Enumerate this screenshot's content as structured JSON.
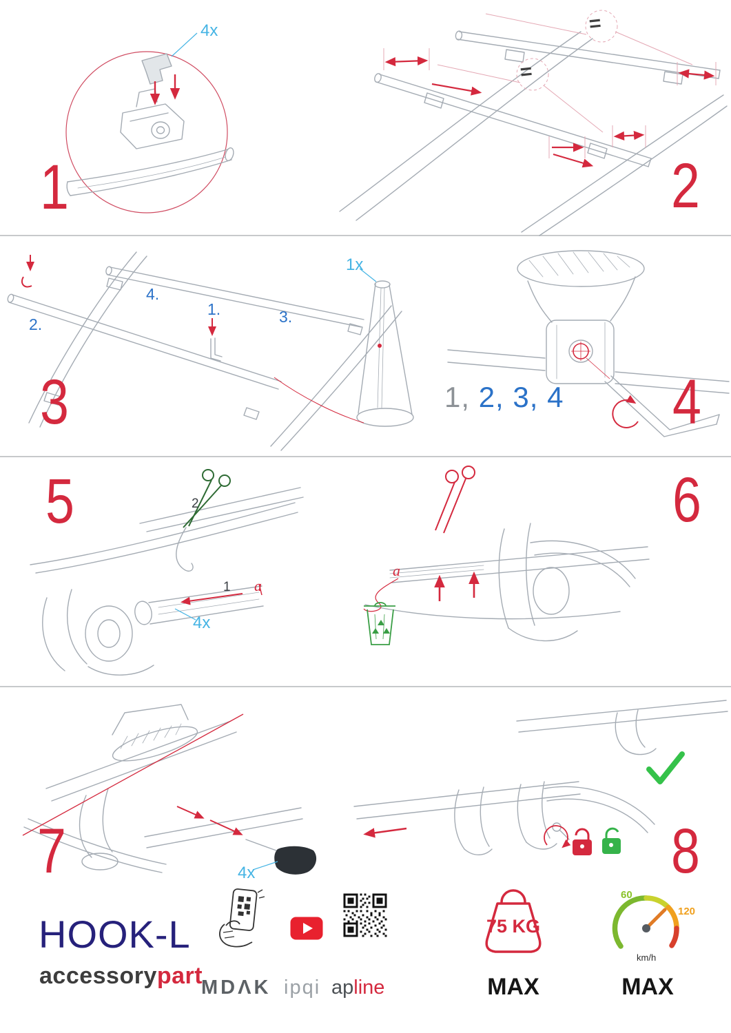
{
  "steps": {
    "s1": {
      "number": "1",
      "qty": "4x"
    },
    "s2": {
      "number": "2",
      "eq_top": "=",
      "eq_mid": "="
    },
    "s3": {
      "number": "3",
      "qty": "1x",
      "sub1": "1.",
      "sub2": "2.",
      "sub3": "3.",
      "sub4": "4."
    },
    "s4": {
      "number": "4",
      "seq_first": "1,",
      "seq_rest": "2, 3, 4"
    },
    "s5": {
      "number": "5",
      "qty": "4x",
      "cut_label": "2",
      "insert_label": "1",
      "edge_label": "a"
    },
    "s6": {
      "number": "6",
      "edge_label": "a"
    },
    "s7": {
      "number": "7",
      "qty": "4x"
    },
    "s8": {
      "number": "8"
    }
  },
  "footer": {
    "product": "HOOK-L",
    "brand_dark": "accessory",
    "brand_accent": "part",
    "partner_mdak": "MDΛK",
    "partner_ipqi": "ipqi",
    "partner_apline_dark": "ap",
    "partner_apline_accent": "line",
    "weight_value": "75 KG",
    "weight_max": "MAX",
    "speed_min": "60",
    "speed_max_value": "120",
    "speed_unit": "km/h",
    "speed_max": "MAX"
  },
  "colors": {
    "accent_red": "#d4293e",
    "accent_blue_cyan": "#45b4e4",
    "accent_blue_royal": "#2b72c8",
    "navy": "#26217b",
    "green": "#35c24a",
    "line_gray": "#a4abb3"
  }
}
